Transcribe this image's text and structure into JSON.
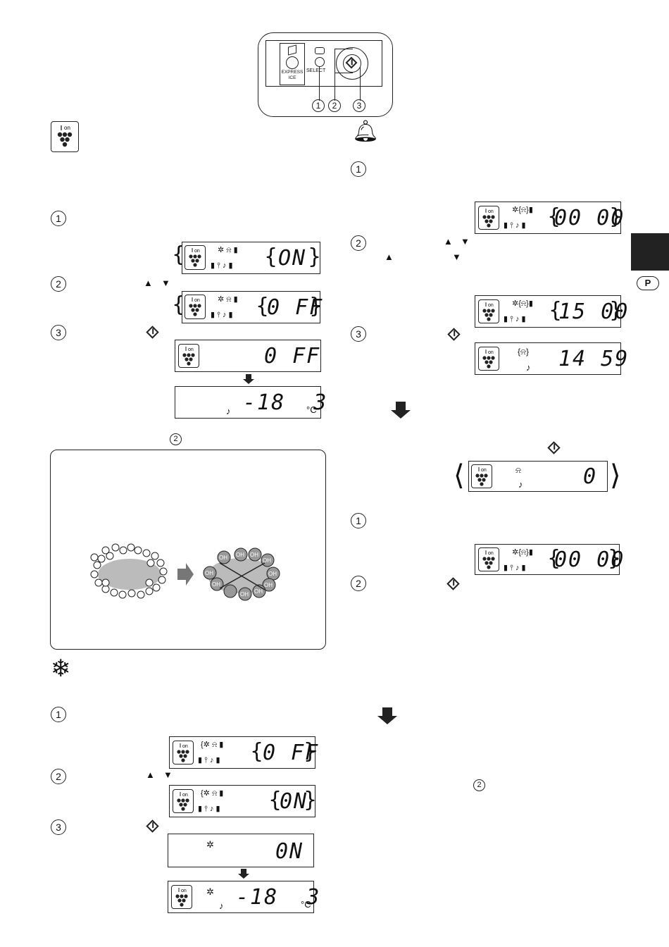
{
  "panel": {
    "express_label_1": "EXPRESS",
    "express_label_2": "ICE",
    "select_label": "SELECT",
    "callouts": [
      "1",
      "2",
      "3"
    ]
  },
  "steps": [
    "1",
    "2",
    "3"
  ],
  "units": {
    "celsius": "°C",
    "on_tag": "on"
  },
  "displays": {
    "ion_on": "ON",
    "ion_off": "0 FF",
    "ion_off_confirm": "0 FF",
    "temp_ion": "-18  3",
    "freeze_off": "0 FF",
    "freeze_on": "0N",
    "freeze_on_confirm": "0N",
    "freeze_temp": "-18  3",
    "alarm_0000": "00 00",
    "alarm_1500": "15 00",
    "alarm_1459": "14 59",
    "alarm_0": "0",
    "alarm_reset": "00 00"
  },
  "ion_box": {
    "labels": [
      "OH",
      "OH",
      "OH",
      "OH",
      "OH",
      "OH",
      "OH",
      "OH",
      "OH",
      "OH"
    ]
  },
  "side_tab": {
    "letter": "P"
  },
  "icons": [
    "plasmacluster-ion-icon",
    "bell-icon",
    "snowflake-icon",
    "enter-icon",
    "down-arrow-icon"
  ]
}
